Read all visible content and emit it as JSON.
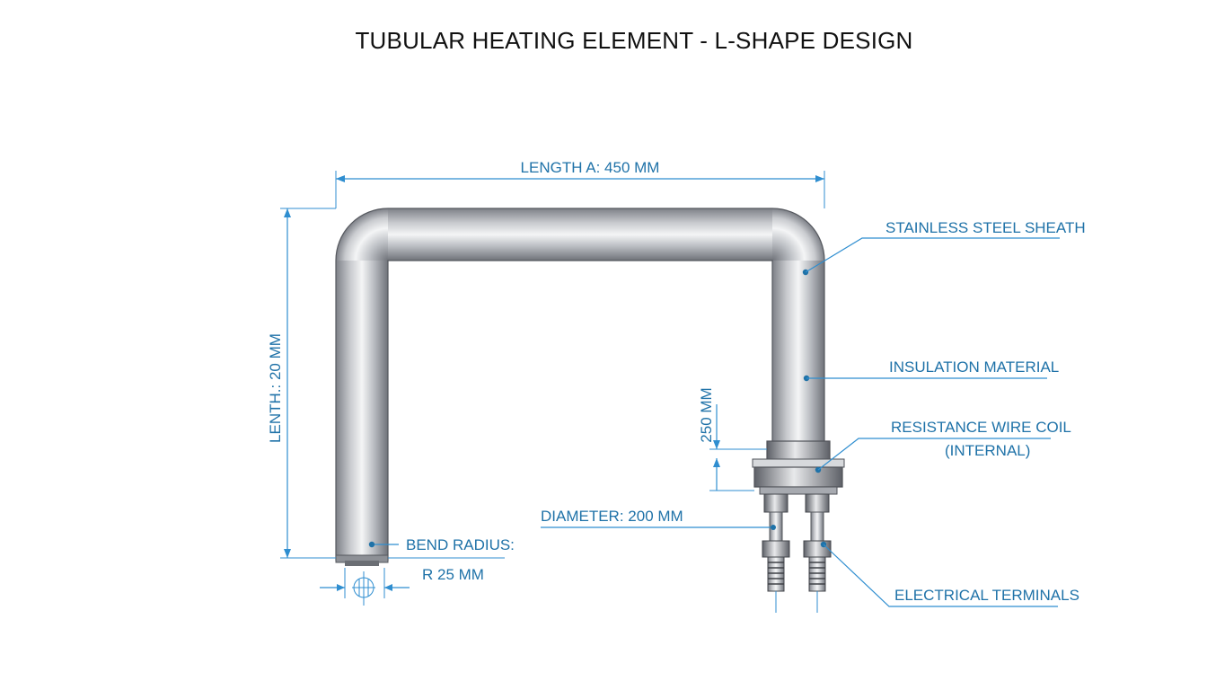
{
  "title": "TUBULAR HEATING ELEMENT - L-SHAPE DESIGN",
  "dimensions": {
    "length_a": "LENGTH A: 450 MM",
    "length_b": "LENTH.: 20 MM",
    "terminal_length": "250 MM",
    "diameter": "DIAMETER: 200 MM",
    "bend_radius_label": "BEND RADIUS:",
    "bend_radius_value": "R 25 MM"
  },
  "callouts": {
    "sheath": "STAINLESS STEEL SHEATH",
    "insulation": "INSULATION MATERIAL",
    "coil_line1": "RESISTANCE WIRE COIL",
    "coil_line2": "(INTERNAL)",
    "terminals": "ELECTRICAL TERMINALS"
  },
  "colors": {
    "annotation": "#1f72a8",
    "dimension_line": "#2f8ed0",
    "metal_light": "#f2f3f5",
    "metal_dark": "#8d9096"
  }
}
